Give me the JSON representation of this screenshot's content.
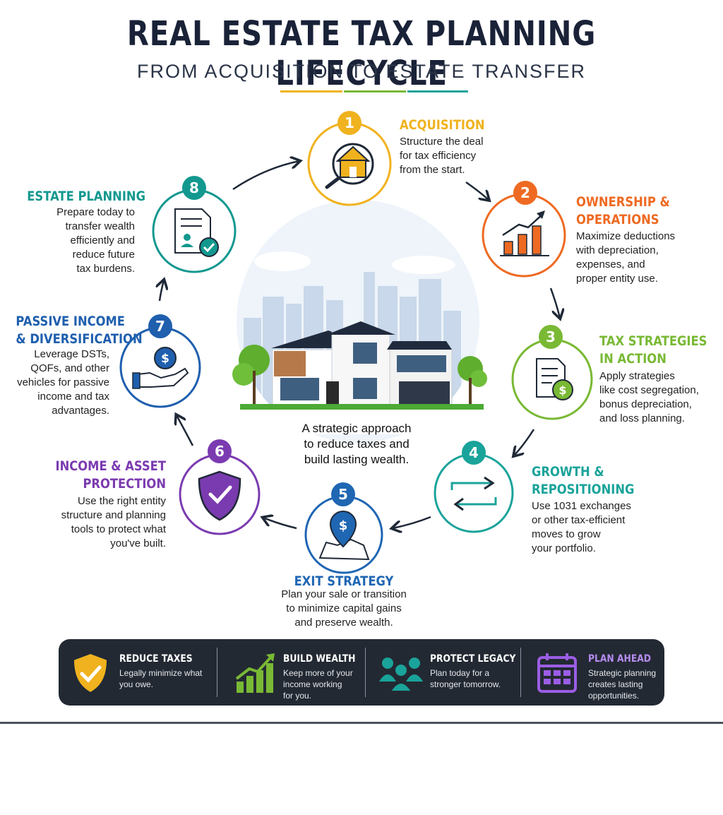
{
  "header": {
    "title": "REAL ESTATE TAX PLANNING LIFECYCLE",
    "subtitle": "FROM ACQUISITION TO ESTATE TRANSFER"
  },
  "colors": {
    "acquisition": "#f0b21e",
    "ownership": "#ee6a22",
    "tax_strategies": "#79b934",
    "growth": "#1aa39a",
    "exit": "#1f66b3",
    "protection": "#7b3bb0",
    "passive": "#1f5fae",
    "estate": "#12988f",
    "dark_text": "#1a2238"
  },
  "steps": [
    {
      "number": "1",
      "title": "ACQUISITION",
      "lines": [
        "Structure the deal",
        "for tax efficiency",
        "from the start."
      ],
      "icon": "house-magnifier-icon"
    },
    {
      "number": "2",
      "title_lines": [
        "OWNERSHIP &",
        "OPERATIONS"
      ],
      "lines": [
        "Maximize deductions",
        "with depreciation,",
        "expenses, and",
        "proper entity use."
      ],
      "icon": "bar-chart-growth-icon"
    },
    {
      "number": "3",
      "title_lines": [
        "TAX STRATEGIES",
        "IN ACTION"
      ],
      "lines": [
        "Apply strategies",
        "like cost segregation,",
        "bonus depreciation,",
        "and loss planning."
      ],
      "icon": "document-dollar-icon"
    },
    {
      "number": "4",
      "title_lines": [
        "GROWTH &",
        "REPOSITIONING"
      ],
      "lines": [
        "Use 1031 exchanges",
        "or other tax-efficient",
        "moves to grow",
        "your portfolio."
      ],
      "icon": "exchange-arrows-icon"
    },
    {
      "number": "5",
      "title": "EXIT STRATEGY",
      "lines": [
        "Plan your sale or transition",
        "to minimize capital gains",
        "and preserve wealth."
      ],
      "icon": "map-pin-dollar-icon"
    },
    {
      "number": "6",
      "title_lines": [
        "INCOME & ASSET",
        "PROTECTION"
      ],
      "lines": [
        "Use the right entity",
        "structure and planning",
        "tools to protect what",
        "you've built."
      ],
      "icon": "shield-check-icon"
    },
    {
      "number": "7",
      "title_lines": [
        "PASSIVE INCOME",
        "& DIVERSIFICATION"
      ],
      "lines": [
        "Leverage DSTs,",
        "QOFs, and other",
        "vehicles for passive",
        "income and tax",
        "advantages."
      ],
      "icon": "hand-coin-icon"
    },
    {
      "number": "8",
      "title": "ESTATE PLANNING",
      "lines": [
        "Prepare today to",
        "transfer wealth",
        "efficiently and",
        "reduce future",
        "tax burdens."
      ],
      "icon": "document-person-check-icon"
    }
  ],
  "center": {
    "caption_lines": [
      "A strategic approach",
      "to reduce taxes and",
      "build lasting wealth."
    ]
  },
  "benefits": [
    {
      "title": "REDUCE TAXES",
      "lines": [
        "Legally minimize what",
        "you owe."
      ],
      "icon": "shield-check-icon",
      "color": "#f0b21e"
    },
    {
      "title": "BUILD WEALTH",
      "lines": [
        "Keep more of your",
        "income working",
        "for you."
      ],
      "icon": "growth-chart-icon",
      "color": "#79b934"
    },
    {
      "title": "PROTECT LEGACY",
      "lines": [
        "Plan today for a",
        "stronger tomorrow."
      ],
      "icon": "family-icon",
      "color": "#1aa39a"
    },
    {
      "title": "PLAN AHEAD",
      "lines": [
        "Strategic planning",
        "creates lasting",
        "opportunities."
      ],
      "icon": "calendar-icon",
      "color": "#9b5de5"
    }
  ]
}
